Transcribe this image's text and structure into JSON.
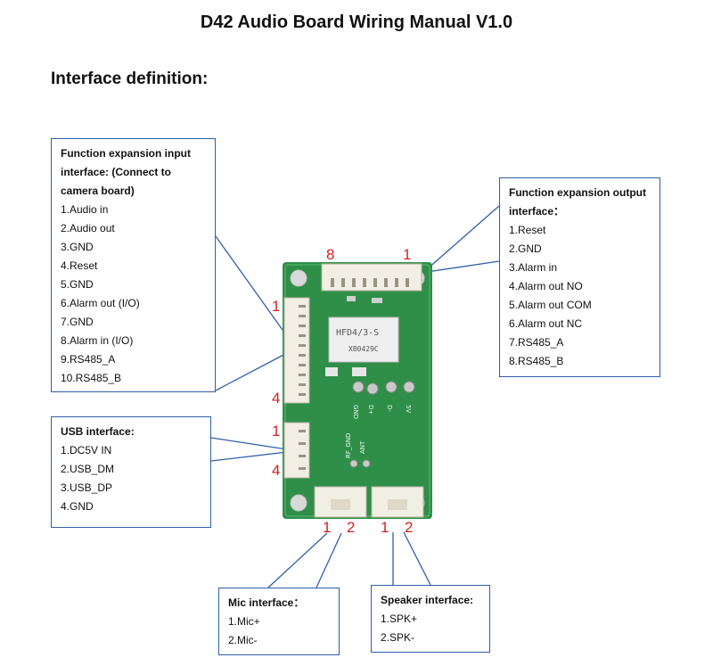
{
  "title": "D42 Audio Board Wiring Manual V1.0",
  "section_heading": "Interface definition:",
  "input_box": {
    "heading": "Function expansion input interface: (Connect to camera board)",
    "items": [
      "1.Audio in",
      "2.Audio out",
      "3.GND",
      "4.Reset",
      "5.GND",
      "6.Alarm out (I/O)",
      "7.GND",
      "8.Alarm in (I/O)",
      "9.RS485_A",
      "10.RS485_B"
    ]
  },
  "output_box": {
    "heading": "Function expansion output interface：",
    "items": [
      "1.Reset",
      "2.GND",
      "3.Alarm in",
      "4.Alarm out NO",
      "5.Alarm out COM",
      "6.Alarm out NC",
      "7.RS485_A",
      "8.RS485_B"
    ]
  },
  "usb_box": {
    "heading": "USB interface:",
    "items": [
      "1.DC5V IN",
      "2.USB_DM",
      "3.USB_DP",
      "4.GND"
    ]
  },
  "mic_box": {
    "heading": "Mic interface：",
    "items": [
      "1.Mic+",
      "2.Mic-"
    ]
  },
  "speaker_box": {
    "heading": "Speaker interface:",
    "items": [
      "1.SPK+",
      "2.SPK-"
    ]
  },
  "pin_labels": {
    "top_left": "8",
    "top_right": "1",
    "input_first": "1",
    "input_last": "4",
    "usb_first": "1",
    "usb_last": "4",
    "mic_1": "1",
    "mic_2": "2",
    "spk_1": "1",
    "spk_2": "2"
  },
  "board_text": {
    "relay_model": "HFD4/3-S",
    "relay_code": "XB0429C",
    "silk_gnd": "GND",
    "silk_dplus": "D+",
    "silk_dminus": "D-",
    "silk_5v": "5V",
    "silk_rf_gnd": "RF_GND",
    "silk_ant": "ANT"
  },
  "colors": {
    "box_border": "#2e5fa8",
    "pin_label": "#d42020",
    "pcb": "#2f8f48"
  }
}
